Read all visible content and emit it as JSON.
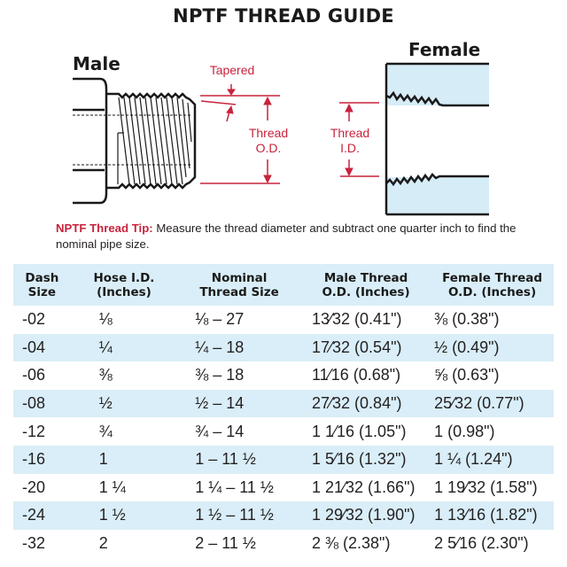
{
  "title": "NPTF THREAD GUIDE",
  "diagram": {
    "male_label": "Male",
    "female_label": "Female",
    "tapered_label": "Tapered",
    "thread_od_label_line1": "Thread",
    "thread_od_label_line2": "O.D.",
    "thread_id_label_line1": "Thread",
    "thread_id_label_line2": "I.D.",
    "accent_color": "#c8233c",
    "female_fill_color": "#d6ecf7"
  },
  "tip": {
    "label": "NPTF Thread Tip:",
    "text": " Measure the thread diameter and subtract one quarter inch to find the nominal pipe size."
  },
  "table": {
    "header_color": "#d9eef8",
    "columns": [
      {
        "line1": "Dash",
        "line2": "Size"
      },
      {
        "line1": "Hose I.D.",
        "line2": "(Inches)"
      },
      {
        "line1": "Nominal",
        "line2": "Thread Size"
      },
      {
        "line1": "Male Thread",
        "line2": "O.D. (Inches)"
      },
      {
        "line1": "Female Thread",
        "line2": "O.D. (Inches)"
      }
    ],
    "rows": [
      {
        "dash": "-02",
        "hose_id": "⅛",
        "nominal": "⅛ – 27",
        "male_od": "13⁄32 (0.41\")",
        "female_od": "⅜ (0.38\")"
      },
      {
        "dash": "-04",
        "hose_id": "¼",
        "nominal": "¼ – 18",
        "male_od": "17⁄32 (0.54\")",
        "female_od": "½ (0.49\")"
      },
      {
        "dash": "-06",
        "hose_id": "⅜",
        "nominal": "⅜ – 18",
        "male_od": "11⁄16 (0.68\")",
        "female_od": "⅝ (0.63\")"
      },
      {
        "dash": "-08",
        "hose_id": "½",
        "nominal": "½ – 14",
        "male_od": "27⁄32 (0.84\")",
        "female_od": "25⁄32 (0.77\")"
      },
      {
        "dash": "-12",
        "hose_id": "¾",
        "nominal": "¾ – 14",
        "male_od": "1 1⁄16 (1.05\")",
        "female_od": "1 (0.98\")"
      },
      {
        "dash": "-16",
        "hose_id": "1",
        "nominal": "1 – 11 ½",
        "male_od": "1 5⁄16 (1.32\")",
        "female_od": "1 ¼ (1.24\")"
      },
      {
        "dash": "-20",
        "hose_id": "1 ¼",
        "nominal": "1 ¼ – 11 ½",
        "male_od": "1 21⁄32 (1.66\")",
        "female_od": "1 19⁄32 (1.58\")"
      },
      {
        "dash": "-24",
        "hose_id": "1 ½",
        "nominal": "1 ½ – 11 ½",
        "male_od": "1 29⁄32 (1.90\")",
        "female_od": "1 13⁄16 (1.82\")"
      },
      {
        "dash": "-32",
        "hose_id": "2",
        "nominal": "2 – 11 ½",
        "male_od": "2 ⅜ (2.38\")",
        "female_od": "2 5⁄16 (2.30\")"
      }
    ]
  }
}
